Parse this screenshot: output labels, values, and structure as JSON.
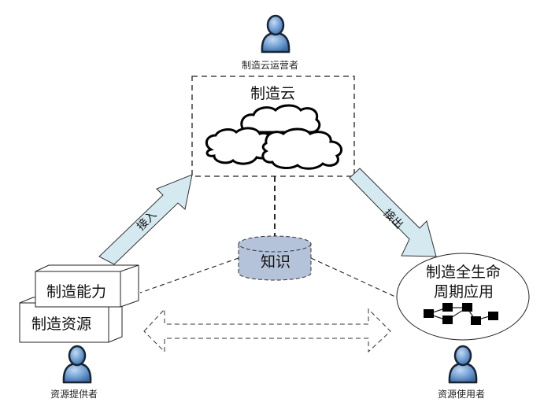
{
  "diagram": {
    "cloud": {
      "title": "制造云",
      "operator_label": "制造云运营者"
    },
    "knowledge": {
      "label": "知识"
    },
    "provider": {
      "box_front_label": "制造能力",
      "box_back_label": "制造资源",
      "actor_label": "资源提供者"
    },
    "consumer": {
      "ellipse_label_line1": "制造全生命",
      "ellipse_label_line2": "周期应用",
      "actor_label": "资源使用者"
    },
    "arrows": {
      "access_in": "接入",
      "access_out": "接出"
    },
    "colors": {
      "arrow_fill": "#d4e9f0",
      "cylinder_fill": "#b4c3da",
      "actor_fill": "#6b9bd1",
      "actor_outline": "#1a2330"
    }
  }
}
